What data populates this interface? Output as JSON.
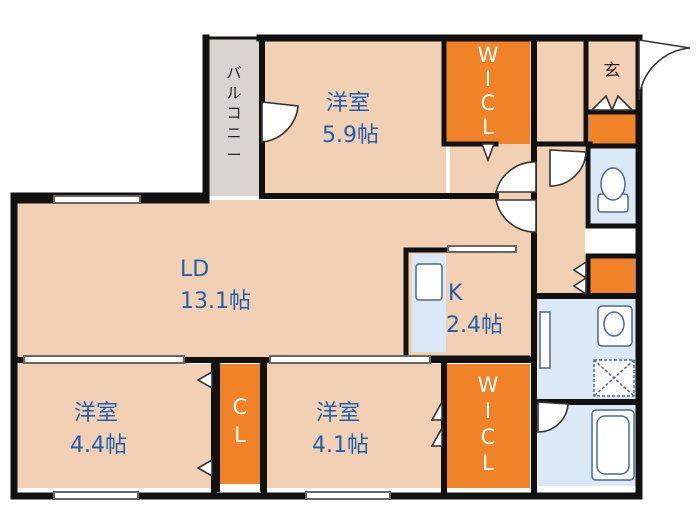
{
  "rooms": {
    "bedroom_top": {
      "name": "洋室",
      "size": "5.9帖"
    },
    "living": {
      "name": "LD",
      "size": "13.1帖"
    },
    "kitchen": {
      "name": "K",
      "size": "2.4帖"
    },
    "bedroom_left": {
      "name": "洋室",
      "size": "4.4帖"
    },
    "bedroom_mid": {
      "name": "洋室",
      "size": "4.1帖"
    }
  },
  "closets": {
    "wic_top": [
      "W",
      "I",
      "C",
      "L"
    ],
    "wic_bottom": [
      "W",
      "I",
      "C",
      "L"
    ],
    "cl": [
      "C",
      "L"
    ]
  },
  "balcony": [
    "バ",
    "ル",
    "コ",
    "ニ",
    "ー"
  ],
  "entrance": "玄",
  "colors": {
    "room_floor": "#f2d0b4",
    "closet": "#f08228",
    "wet_area": "#dbe9f6",
    "balcony": "#d9d4d0",
    "wall": "#111111",
    "label_blue": "#1f5fb0"
  }
}
